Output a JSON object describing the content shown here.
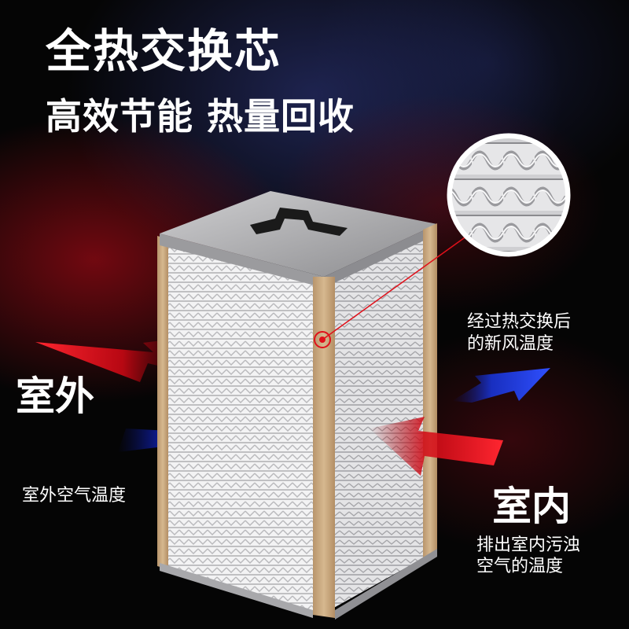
{
  "headline": "全热交换芯",
  "subline": "高效节能 热量回收",
  "labels": {
    "outdoor": "室外",
    "outdoor_temp": "室外空气温度",
    "indoor": "室内",
    "indoor_exhaust_line1": "排出室内污浊",
    "indoor_exhaust_line2": "空气的温度",
    "fresh_air_line1": "经过热交换后",
    "fresh_air_line2": "的新风温度"
  },
  "colors": {
    "warm_arrow": "#e8101e",
    "cool_arrow": "#1836e0",
    "frame_tan": "#c9a983",
    "metal": "#a9a9ab",
    "indicator": "#e0101a"
  },
  "icons": {
    "handle": "carry-handle-icon",
    "indicator": "target-dot-icon"
  }
}
